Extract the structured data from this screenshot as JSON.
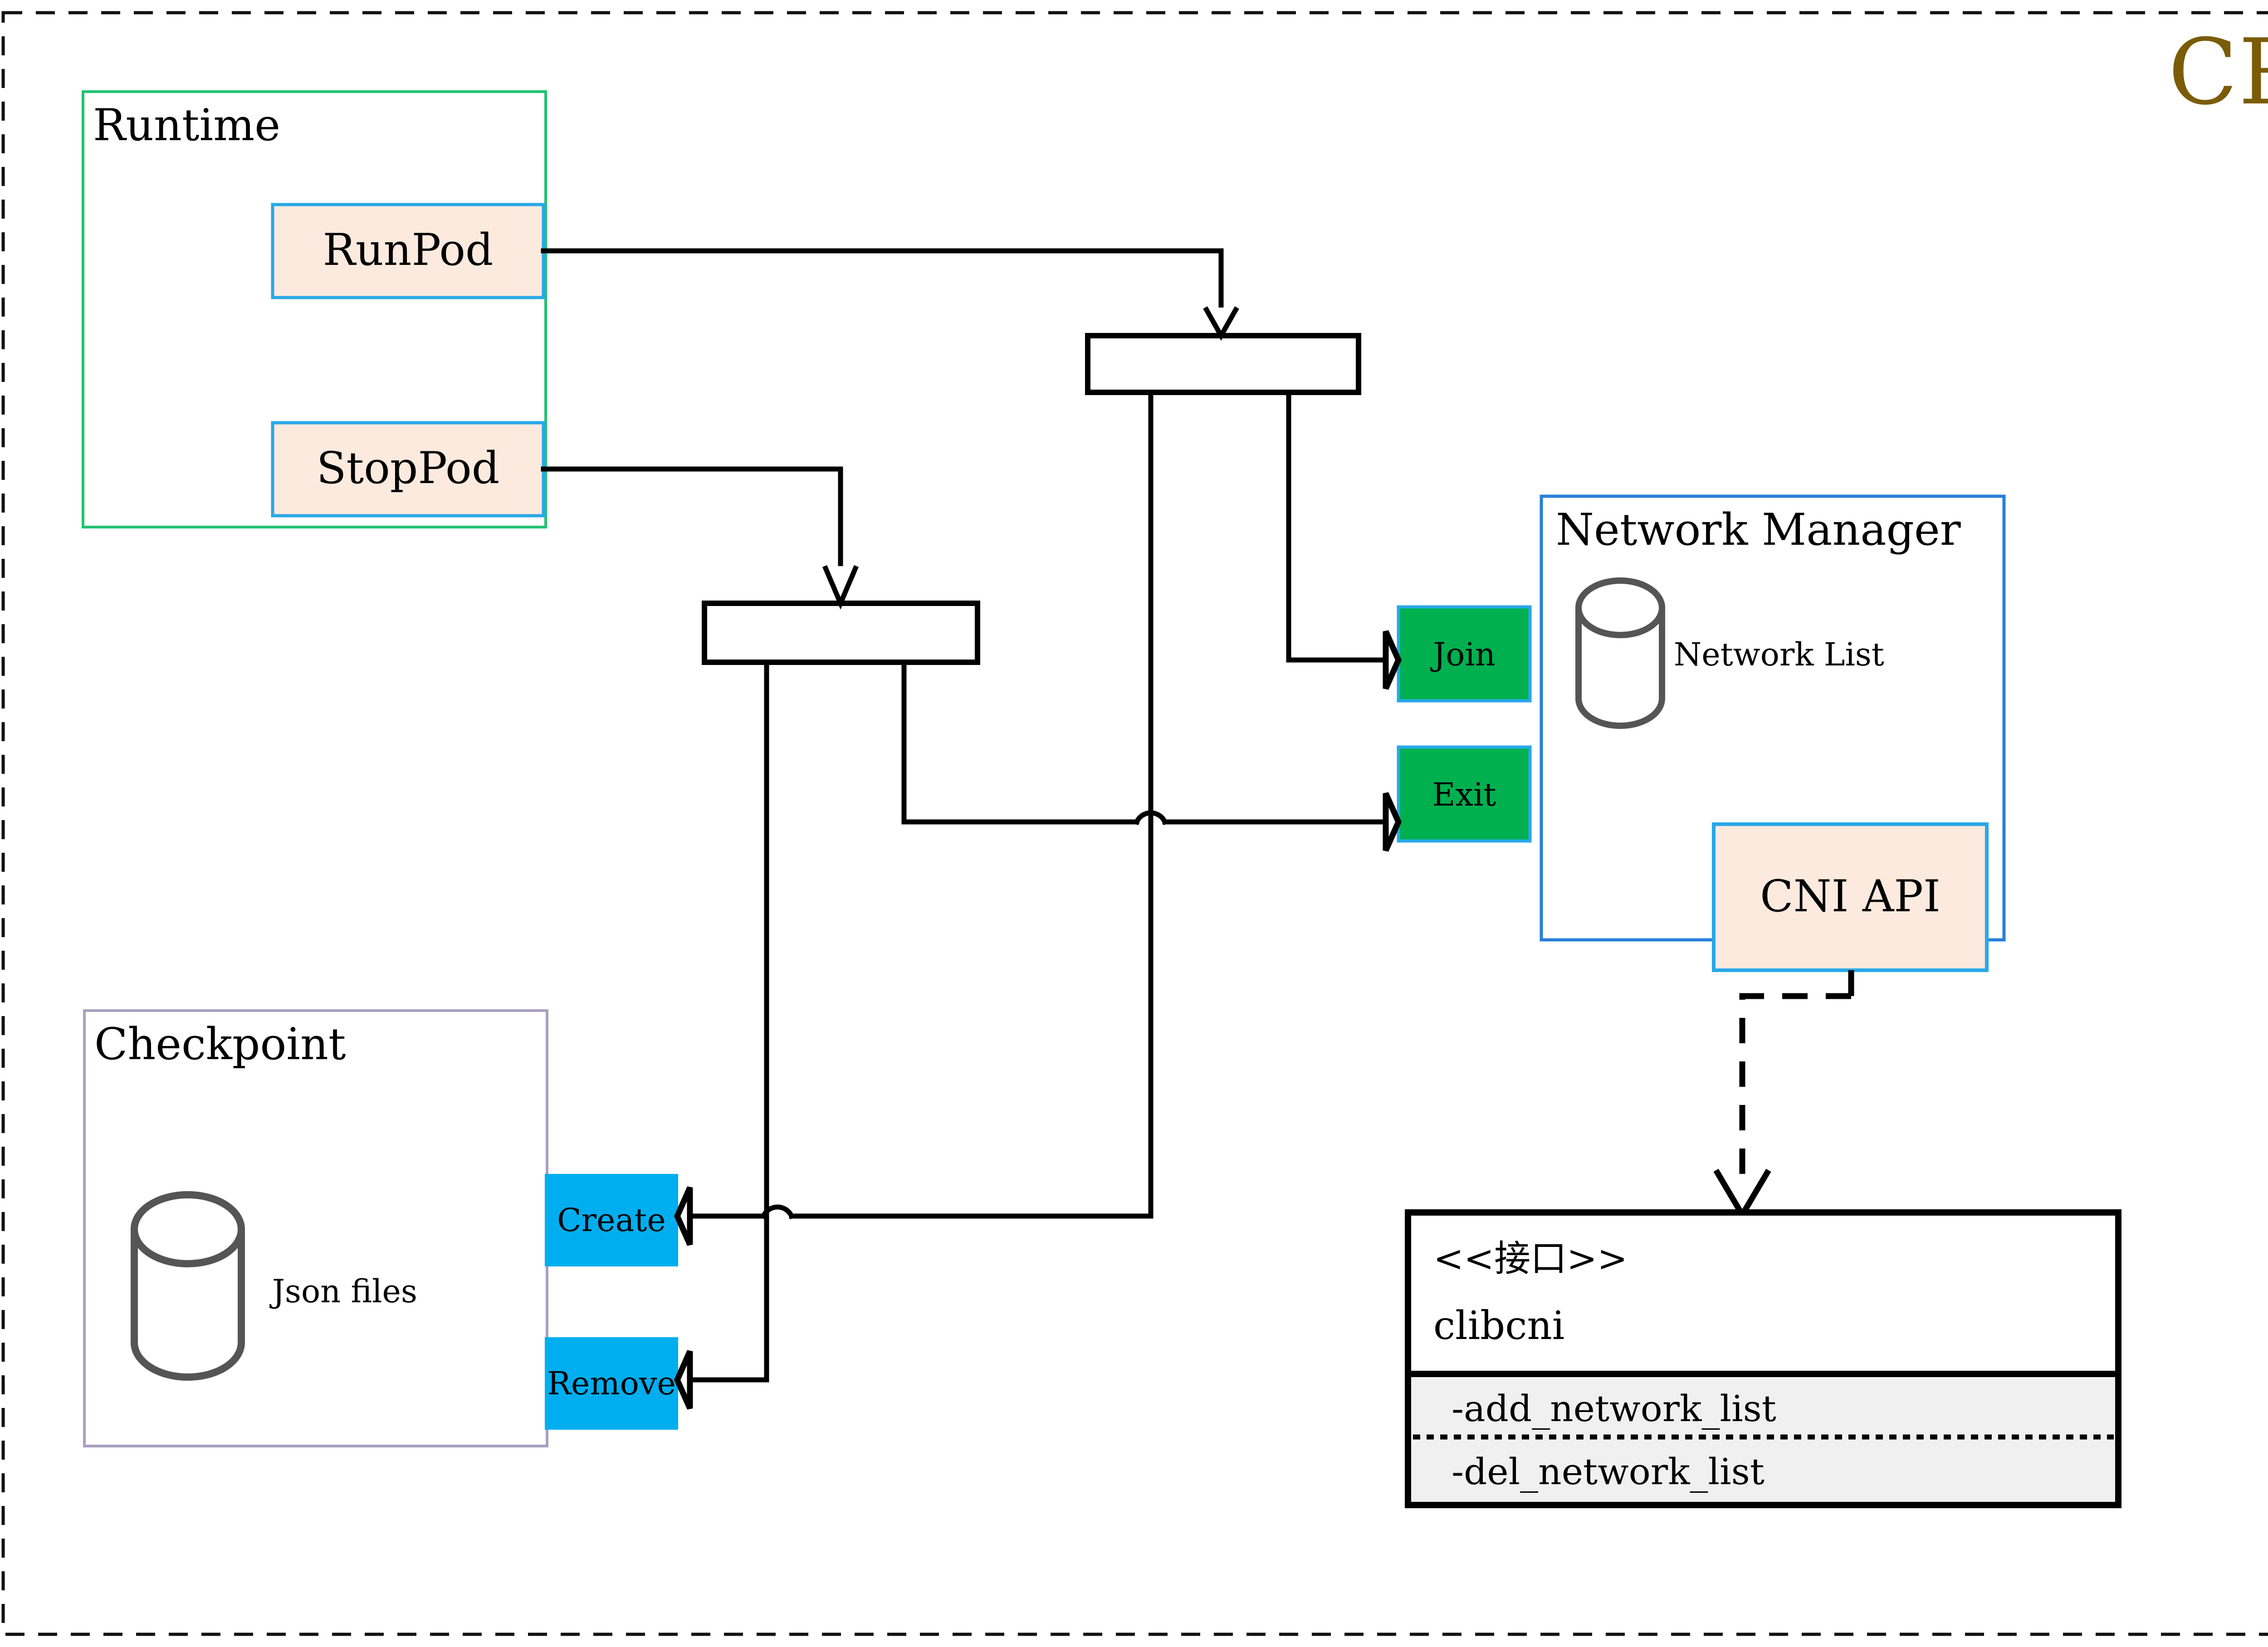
{
  "diagram": {
    "title": "CRI",
    "outer_border": "dashed",
    "groups": [
      {
        "id": "runtime",
        "label": "Runtime",
        "border_color": "#21c272"
      },
      {
        "id": "network_manager",
        "label": "Network Manager",
        "border_color": "#2980d9"
      },
      {
        "id": "checkpoint",
        "label": "Checkpoint",
        "border_color": "#a9a0c0"
      }
    ],
    "runtime": {
      "label": "Runtime",
      "methods": [
        {
          "id": "runpod",
          "label": "RunPod",
          "fill": "#fceade",
          "border": "#29a8e8"
        },
        {
          "id": "stoppod",
          "label": "StopPod",
          "fill": "#fceade",
          "border": "#29a8e8"
        }
      ]
    },
    "network_manager": {
      "label": "Network Manager",
      "store": {
        "label": "Network List",
        "icon": "cylinder-icon",
        "stroke": "#555555"
      },
      "ports": [
        {
          "id": "join",
          "label": "Join",
          "fill": "#00b04f",
          "border": "#29a8e8"
        },
        {
          "id": "exit",
          "label": "Exit",
          "fill": "#00b04f",
          "border": "#29a8e8"
        }
      ],
      "api": {
        "label": "CNI API",
        "fill": "#fceade",
        "border": "#29a8e8"
      }
    },
    "checkpoint": {
      "label": "Checkpoint",
      "store": {
        "label": "Json files",
        "icon": "cylinder-icon",
        "stroke": "#555555"
      },
      "ports": [
        {
          "id": "create",
          "label": "Create",
          "fill": "#00aeef",
          "border": "#00aeef"
        },
        {
          "id": "remove",
          "label": "Remove",
          "fill": "#00aeef",
          "border": "#00aeef"
        }
      ]
    },
    "interface": {
      "stereotype": "<<接口>>",
      "name": "clibcni",
      "operations": [
        {
          "label": "-add_network_list"
        },
        {
          "label": "-del_network_list"
        }
      ],
      "body_fill": "#f0f0f0",
      "border": "#000000"
    },
    "connector_bars": [
      {
        "id": "bar-top",
        "label": ""
      },
      {
        "id": "bar-bottom",
        "label": ""
      }
    ],
    "colors": {
      "title": "#7a5c07",
      "peach": "#fceade",
      "light_blue": "#29a8e8",
      "green_port": "#00b04f",
      "cyan_port": "#00aeef",
      "runtime_border": "#21c272",
      "nm_border": "#2980d9",
      "checkpoint_border": "#a9a0c0",
      "line": "#000000",
      "iface_body": "#f0f0f0"
    }
  }
}
